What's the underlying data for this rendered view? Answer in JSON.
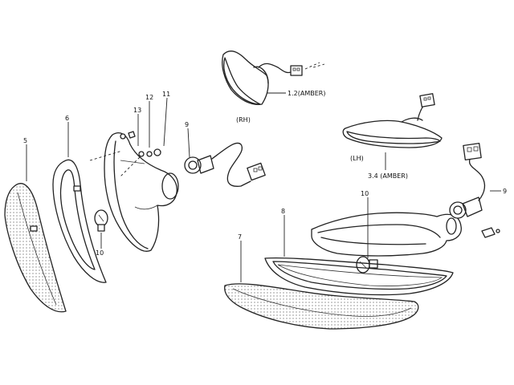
{
  "labels": {
    "p5": "5",
    "p6": "6",
    "p13": "13",
    "p12": "12",
    "p11": "11",
    "p9_left": "9",
    "p10_left": "10",
    "rh_label": "(RH)",
    "amber_12": "1.2(AMBER)",
    "lh_label": "(LH)",
    "amber_34": "3.4 (AMBER)",
    "p9_right": "9",
    "p10_right": "10",
    "p8": "8",
    "p7": "7"
  }
}
